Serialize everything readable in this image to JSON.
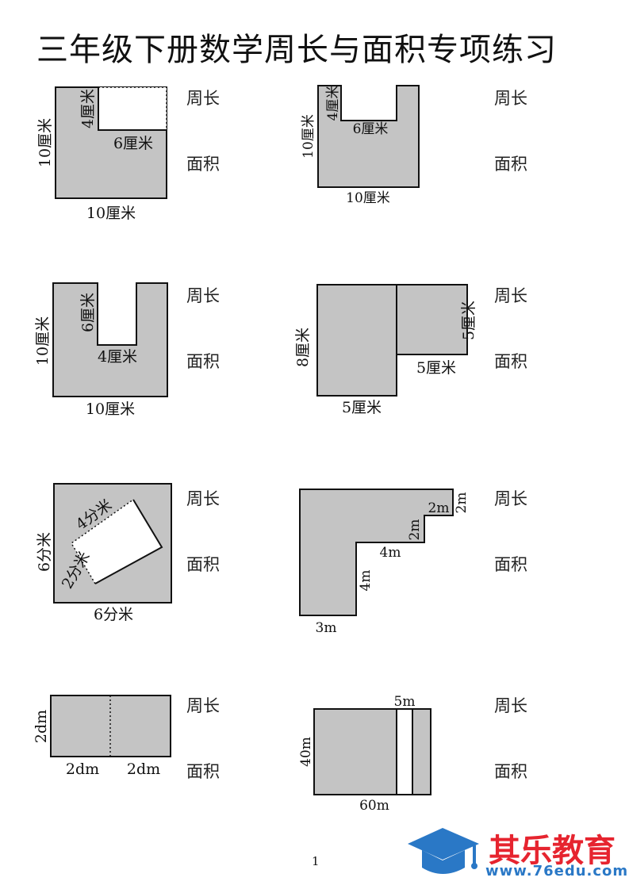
{
  "header": {
    "title": "三年级下册数学周长与面积专项练习"
  },
  "questions": {
    "perimeter": "周长",
    "area": "面积"
  },
  "problems": [
    {
      "labels": [
        "10厘米",
        "10厘米",
        "4厘米",
        "6厘米"
      ]
    },
    {
      "labels": [
        "10厘米",
        "10厘米",
        "4厘米",
        "6厘米"
      ]
    },
    {
      "labels": [
        "10厘米",
        "10厘米",
        "6厘米",
        "4厘米"
      ]
    },
    {
      "labels": [
        "8厘米",
        "5厘米",
        "5厘米",
        "5厘米"
      ]
    },
    {
      "labels": [
        "6分米",
        "6分米",
        "4分米",
        "2分米"
      ]
    },
    {
      "labels": [
        "3m",
        "4m",
        "4m",
        "2m",
        "2m",
        "2m"
      ]
    },
    {
      "labels": [
        "2dm",
        "2dm",
        "2dm"
      ]
    },
    {
      "labels": [
        "40m",
        "60m",
        "5m"
      ]
    }
  ],
  "footer": {
    "page_number": "1"
  },
  "brand": {
    "name": "其乐教育",
    "url": "www.76edu.com"
  },
  "colors": {
    "shape_fill": "#c4c4c4",
    "brand_red": "#e6242f",
    "brand_blue": "#2a78c6"
  }
}
